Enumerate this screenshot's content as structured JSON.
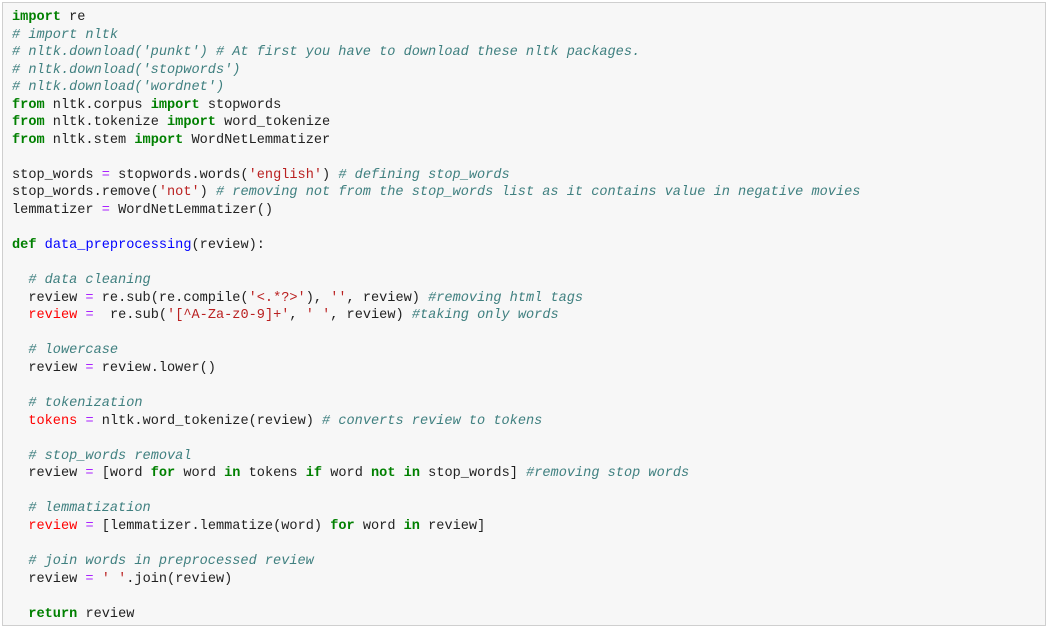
{
  "cell": {
    "lines": [
      [
        [
          "kw",
          "import"
        ],
        [
          "pl",
          " re"
        ]
      ],
      [
        [
          "cm",
          "# import nltk"
        ]
      ],
      [
        [
          "cm",
          "# nltk.download('punkt') # At first you have to download these nltk packages."
        ]
      ],
      [
        [
          "cm",
          "# nltk.download('stopwords')"
        ]
      ],
      [
        [
          "cm",
          "# nltk.download('wordnet')"
        ]
      ],
      [
        [
          "kw",
          "from"
        ],
        [
          "pl",
          " nltk.corpus "
        ],
        [
          "kw",
          "import"
        ],
        [
          "pl",
          " stopwords"
        ]
      ],
      [
        [
          "kw",
          "from"
        ],
        [
          "pl",
          " nltk.tokenize "
        ],
        [
          "kw",
          "import"
        ],
        [
          "pl",
          " word_tokenize"
        ]
      ],
      [
        [
          "kw",
          "from"
        ],
        [
          "pl",
          " nltk.stem "
        ],
        [
          "kw",
          "import"
        ],
        [
          "pl",
          " WordNetLemmatizer"
        ]
      ],
      [],
      [
        [
          "pl",
          "stop_words "
        ],
        [
          "op",
          "="
        ],
        [
          "pl",
          " stopwords.words("
        ],
        [
          "str",
          "'english'"
        ],
        [
          "pl",
          ") "
        ],
        [
          "cm",
          "# defining stop_words"
        ]
      ],
      [
        [
          "pl",
          "stop_words.remove("
        ],
        [
          "str",
          "'not'"
        ],
        [
          "pl",
          ") "
        ],
        [
          "cm",
          "# removing not from the stop_words list as it contains value in negative movies"
        ]
      ],
      [
        [
          "pl",
          "lemmatizer "
        ],
        [
          "op",
          "="
        ],
        [
          "pl",
          " WordNetLemmatizer()"
        ]
      ],
      [],
      [
        [
          "kw",
          "def"
        ],
        [
          "pl",
          " "
        ],
        [
          "def",
          "data_preprocessing"
        ],
        [
          "pl",
          "(review):"
        ]
      ],
      [],
      [
        [
          "pl",
          "  "
        ],
        [
          "cm",
          "# data cleaning"
        ]
      ],
      [
        [
          "pl",
          "  review "
        ],
        [
          "op",
          "="
        ],
        [
          "pl",
          " re.sub(re.compile("
        ],
        [
          "str",
          "'<.*?>'"
        ],
        [
          "pl",
          "), "
        ],
        [
          "str",
          "''"
        ],
        [
          "pl",
          ", review) "
        ],
        [
          "cm",
          "#removing html tags"
        ]
      ],
      [
        [
          "pl",
          "  "
        ],
        [
          "err",
          "review"
        ],
        [
          "pl",
          " "
        ],
        [
          "op",
          "="
        ],
        [
          "pl",
          "  re.sub("
        ],
        [
          "str",
          "'[^A-Za-z0-9]+'"
        ],
        [
          "pl",
          ", "
        ],
        [
          "str",
          "' '"
        ],
        [
          "pl",
          ", review) "
        ],
        [
          "cm",
          "#taking only words"
        ]
      ],
      [],
      [
        [
          "pl",
          "  "
        ],
        [
          "cm",
          "# lowercase"
        ]
      ],
      [
        [
          "pl",
          "  review "
        ],
        [
          "op",
          "="
        ],
        [
          "pl",
          " review.lower()"
        ]
      ],
      [],
      [
        [
          "pl",
          "  "
        ],
        [
          "cm",
          "# tokenization"
        ]
      ],
      [
        [
          "pl",
          "  "
        ],
        [
          "err",
          "tokens"
        ],
        [
          "pl",
          " "
        ],
        [
          "op",
          "="
        ],
        [
          "pl",
          " nltk.word_tokenize(review) "
        ],
        [
          "cm",
          "# converts review to tokens"
        ]
      ],
      [],
      [
        [
          "pl",
          "  "
        ],
        [
          "cm",
          "# stop_words removal"
        ]
      ],
      [
        [
          "pl",
          "  review "
        ],
        [
          "op",
          "="
        ],
        [
          "pl",
          " [word "
        ],
        [
          "kw",
          "for"
        ],
        [
          "pl",
          " word "
        ],
        [
          "kw",
          "in"
        ],
        [
          "pl",
          " tokens "
        ],
        [
          "kw",
          "if"
        ],
        [
          "pl",
          " word "
        ],
        [
          "kw",
          "not"
        ],
        [
          "pl",
          " "
        ],
        [
          "kw",
          "in"
        ],
        [
          "pl",
          " stop_words] "
        ],
        [
          "cm",
          "#removing stop words"
        ]
      ],
      [],
      [
        [
          "pl",
          "  "
        ],
        [
          "cm",
          "# lemmatization"
        ]
      ],
      [
        [
          "pl",
          "  "
        ],
        [
          "err",
          "review"
        ],
        [
          "pl",
          " "
        ],
        [
          "op",
          "="
        ],
        [
          "pl",
          " [lemmatizer.lemmatize(word) "
        ],
        [
          "kw",
          "for"
        ],
        [
          "pl",
          " word "
        ],
        [
          "kw",
          "in"
        ],
        [
          "pl",
          " review]"
        ]
      ],
      [],
      [
        [
          "pl",
          "  "
        ],
        [
          "cm",
          "# join words in preprocessed review"
        ]
      ],
      [
        [
          "pl",
          "  review "
        ],
        [
          "op",
          "="
        ],
        [
          "pl",
          " "
        ],
        [
          "str",
          "' '"
        ],
        [
          "pl",
          ".join(review)"
        ]
      ],
      [],
      [
        [
          "pl",
          "  "
        ],
        [
          "kw",
          "return"
        ],
        [
          "pl",
          " review"
        ]
      ]
    ]
  }
}
